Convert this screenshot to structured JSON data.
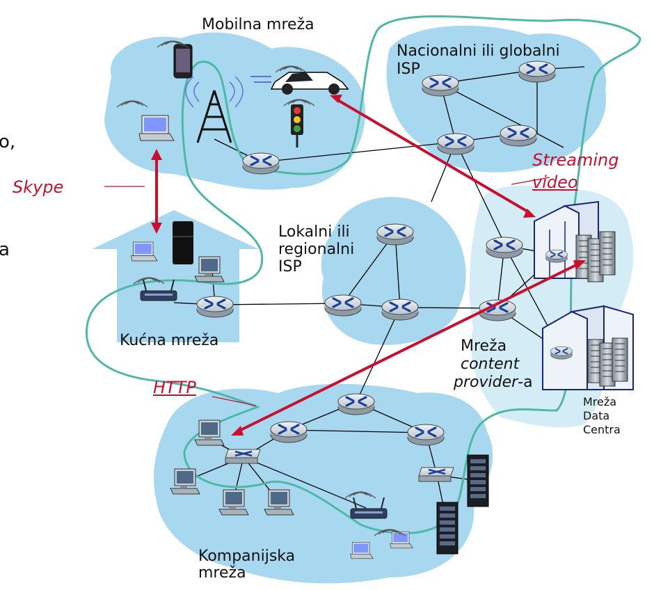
{
  "labels": {
    "mobile_network": "Mobilna mreža",
    "national_isp_line1": "Nacionalni ili globalni",
    "national_isp_line2": "ISP",
    "streaming_line1": "Streaming",
    "streaming_line2": "video",
    "skype": "Skype",
    "local_isp_line1": "Lokalni ili",
    "local_isp_line2": "regionalni",
    "local_isp_line3": "ISP",
    "home_network": "Kućna mreža",
    "content_provider_line1": "Mreža",
    "content_provider_line2": "content",
    "content_provider_line3_italic": "provider",
    "content_provider_line3_suffix": "-a",
    "datacenter_line1": "Mreža",
    "datacenter_line2": "Data",
    "datacenter_line3": "Centra",
    "http": "HTTP",
    "enterprise_line1": "Kompanijska",
    "enterprise_line2": "mreža",
    "edge_text_1": "o,",
    "edge_text_2": "a"
  },
  "colors": {
    "cloud": "#a8d8f0",
    "cloud_light": "#d4ecf6",
    "boundary": "#4db8a6",
    "arrow": "#c8102e",
    "router": "#c9d3da",
    "router_mark": "#1a3f9e",
    "link": "#000000"
  },
  "icons": [
    "router-icon",
    "cell-tower-icon",
    "laptop-icon",
    "smartphone-icon",
    "car-icon",
    "traffic-light-icon",
    "wifi-router-icon",
    "desktop-icon",
    "fridge-icon",
    "server-icon",
    "datacenter-building-icon",
    "switch-icon"
  ]
}
